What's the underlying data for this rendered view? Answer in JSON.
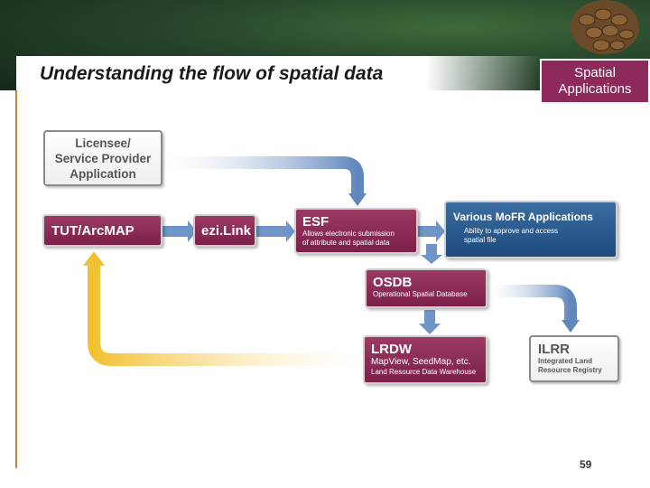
{
  "slide": {
    "title": "Understanding the flow of spatial data",
    "badge_line1": "Spatial",
    "badge_line2": "Applications",
    "page_number": "59"
  },
  "boxes": {
    "licensee": {
      "line1": "Licensee/",
      "line2": "Service Provider",
      "line3": "Application"
    },
    "tut": {
      "title": "TUT/ArcMAP"
    },
    "ezilink": {
      "title": "ezi.Link"
    },
    "esf": {
      "title": "ESF",
      "line1": "Allows electronic submission",
      "line2": "of attribute and spatial data"
    },
    "mofr": {
      "title": "Various MoFR Applications",
      "line1": "Ability to approve and access",
      "line2": "spatial file"
    },
    "osdb": {
      "title": "OSDB",
      "subtitle": "Operational Spatial Database"
    },
    "lrdw": {
      "title": "LRDW",
      "line1": "MapView, SeedMap, etc.",
      "line2": "Land Resource Data Warehouse"
    },
    "ilrr": {
      "title": "ILRR",
      "line1": "Integrated Land",
      "line2": "Resource Registry"
    }
  },
  "colors": {
    "maroon": "#8e2a5b",
    "blue_box": "#2a5a8c",
    "arrow_blue": "#6f95c8",
    "arrow_yellow": "#f5c93a",
    "header_green": "#25442a"
  }
}
